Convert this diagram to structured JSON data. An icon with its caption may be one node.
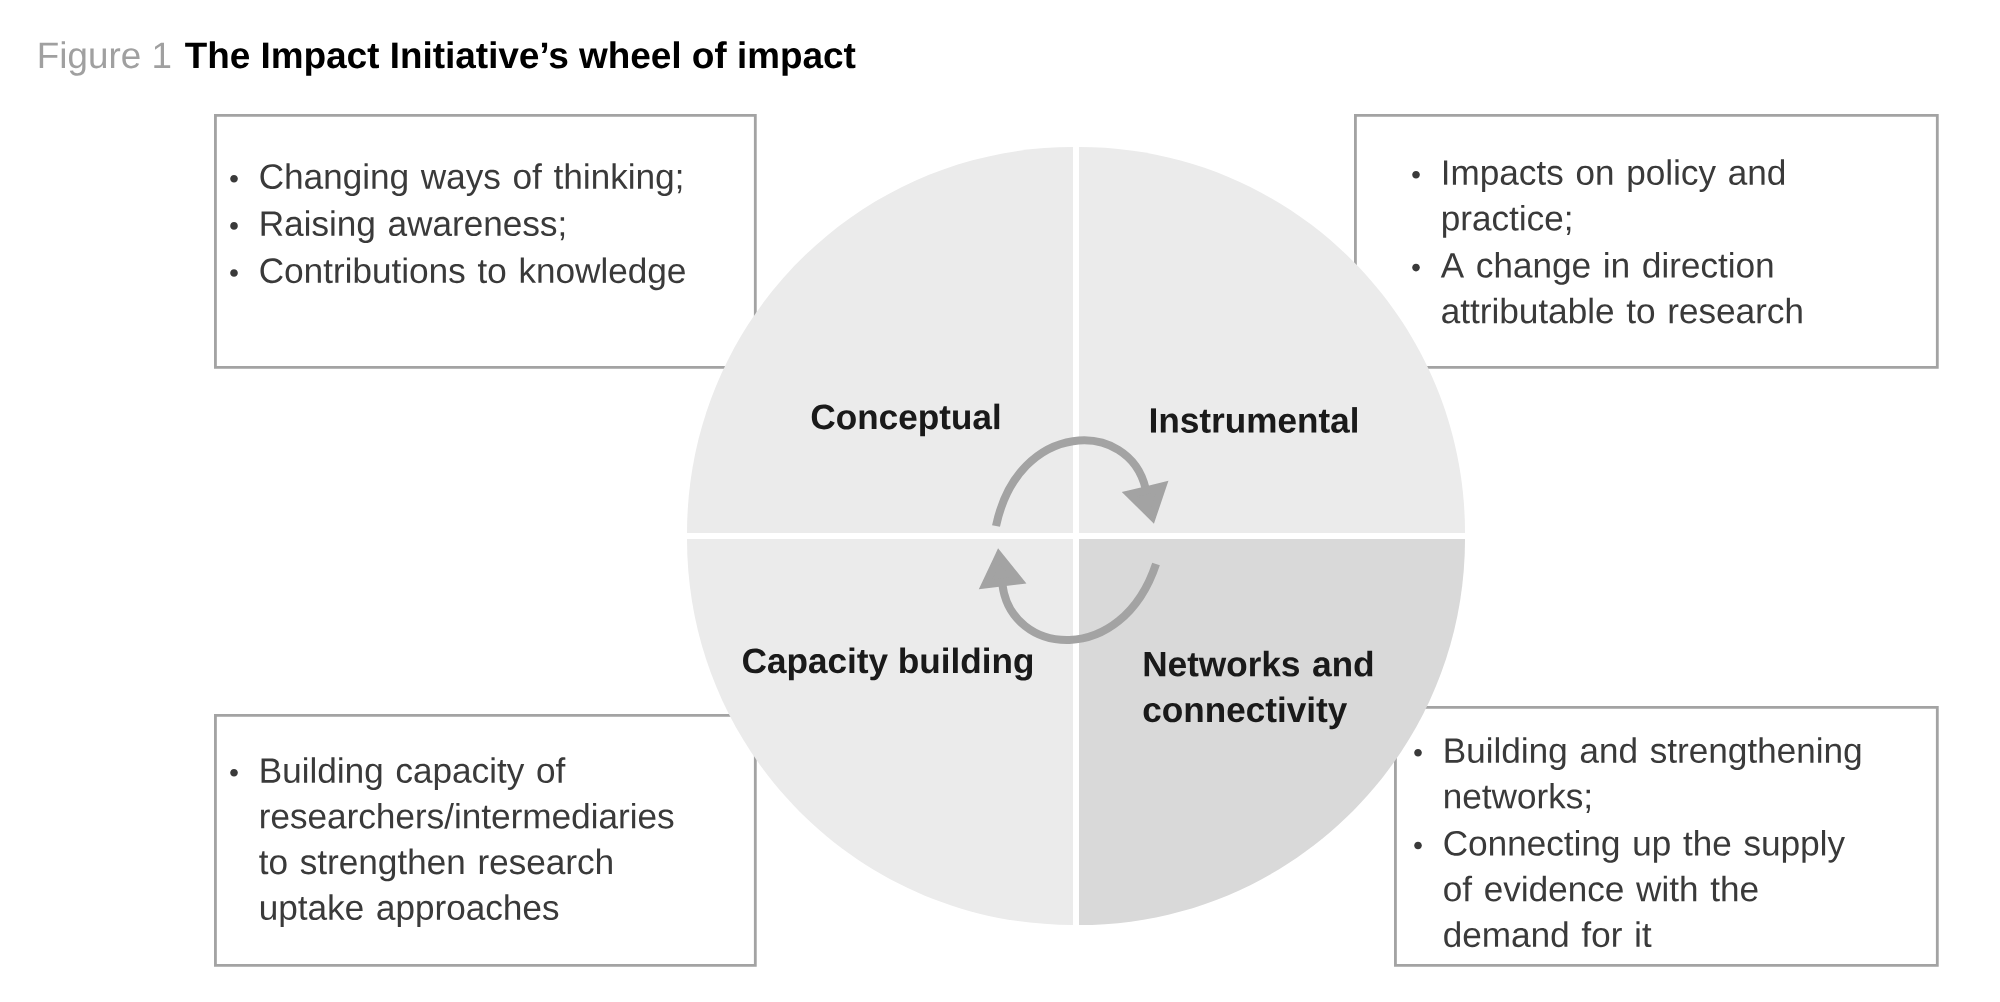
{
  "diagram": {
    "title": "The Impact Initiative’s wheel of impact",
    "nodes": [
      {
        "text": [
          "Changing ways of thinking;",
          "Raising awareness;",
          "Contributions to knowledge"
        ]
      },
      {
        "text": [
          "Impacts on policy and practice;",
          "A change in direction attributable to research"
        ]
      },
      {
        "text": [
          "Conceptual"
        ]
      },
      {
        "text": [
          "Instrumental"
        ]
      },
      {
        "text": [
          "Capacity building"
        ]
      },
      {
        "text": [
          "Networks and connectivity"
        ]
      },
      {
        "text": [
          "Building capacity of researchers/intermediaries to strengthen research uptake approaches"
        ]
      },
      {
        "text": [
          "Building and strengthening networks;",
          "Connecting up the supply of evidence with the demand for it"
        ]
      }
    ],
    "edges": [
      {
        "from": 2,
        "to": 3,
        "arrow": "to"
      },
      {
        "from": 5,
        "to": 4,
        "arrow": "to"
      }
    ],
    "labels": [
      "Figure 1"
    ]
  }
}
